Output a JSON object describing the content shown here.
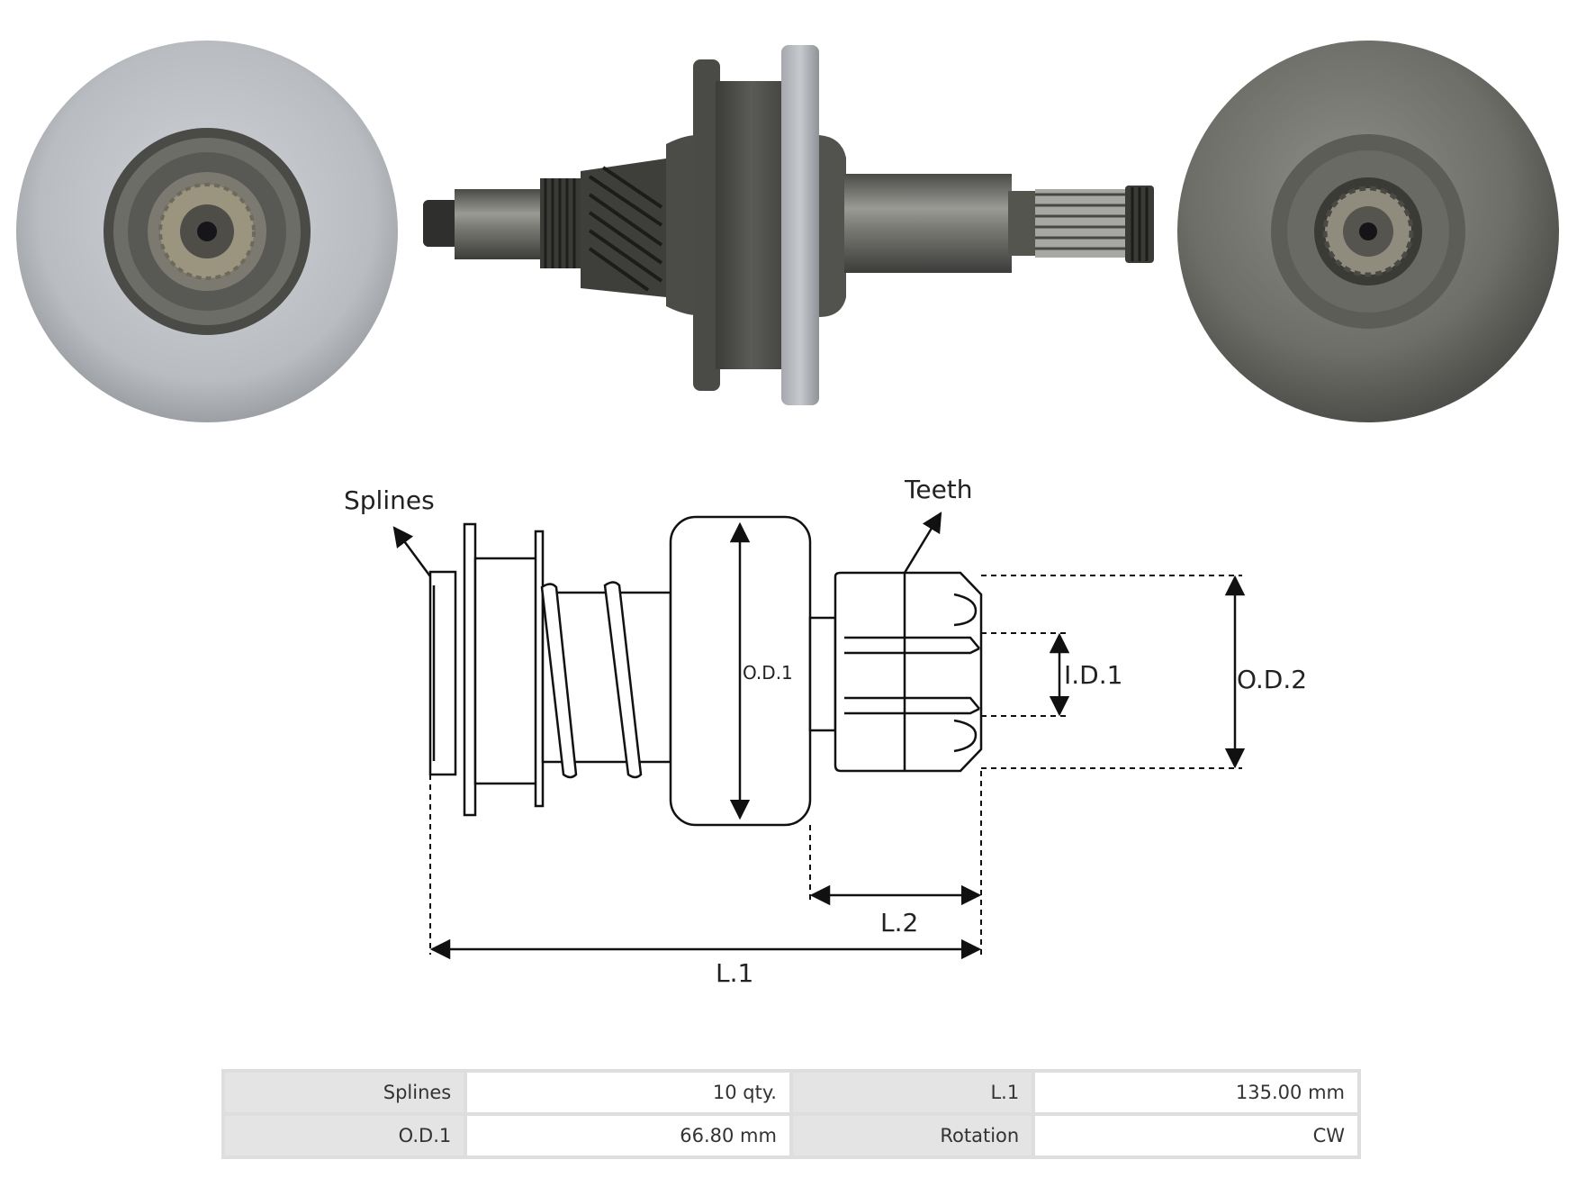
{
  "photos": [
    {
      "view": "front",
      "icon": "pinion-front-view-icon"
    },
    {
      "view": "side",
      "icon": "pinion-side-view-icon"
    },
    {
      "view": "back",
      "icon": "pinion-back-view-icon"
    }
  ],
  "diagram": {
    "labels": {
      "splines": "Splines",
      "teeth": "Teeth",
      "od1": "O.D.1",
      "id1": "I.D.1",
      "od2": "O.D.2",
      "l2": "L.2",
      "l1": "L.1"
    }
  },
  "specs": {
    "rows": [
      {
        "k1": "Splines",
        "v1": "10 qty.",
        "k2": "L.1",
        "v2": "135.00 mm"
      },
      {
        "k1": "O.D.1",
        "v1": "66.80 mm",
        "k2": "Rotation",
        "v2": "CW"
      }
    ]
  }
}
